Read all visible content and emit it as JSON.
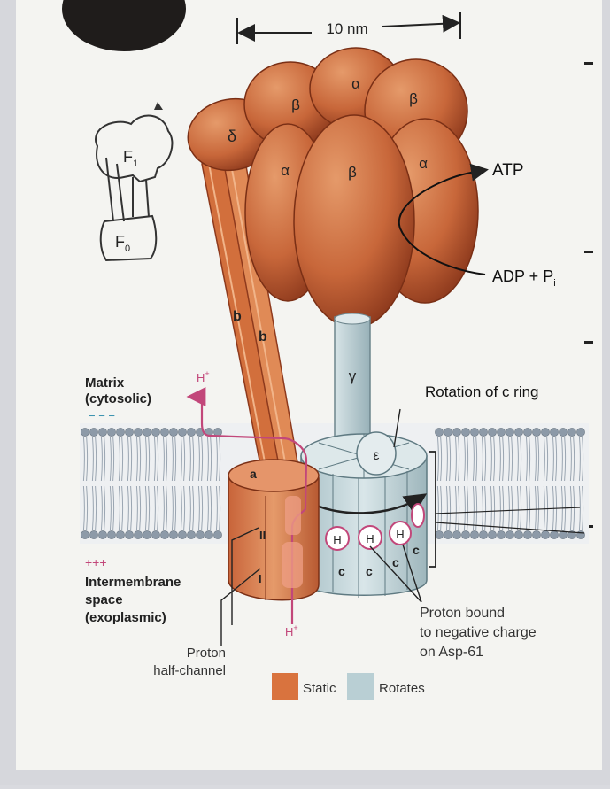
{
  "scale": {
    "label": "10 nm"
  },
  "inset": {
    "f1_label": "F",
    "f1_sub": "1",
    "f0_label": "F",
    "f0_sub": "0"
  },
  "subunits": {
    "alpha": "α",
    "beta": "β",
    "delta": "δ",
    "gamma": "γ",
    "epsilon": "ε",
    "b": "b",
    "a": "a",
    "c": "c"
  },
  "labels": {
    "atp": "ATP",
    "adp_pi": "ADP + P",
    "adp_pi_sub": "i",
    "matrix_line1": "Matrix",
    "matrix_line2": "(cytosolic)",
    "matrix_charge": "− − −",
    "ims_charge": "+++",
    "ims_line1": "Intermembrane",
    "ims_line2": "space",
    "ims_line3": "(exoplasmic)",
    "h_plus": "H",
    "h_plus_sup": "+",
    "rotation": "Rotation of c ring",
    "proton_bound_line1": "Proton bound",
    "proton_bound_line2": "to negative charge",
    "proton_bound_line3": "on Asp-61",
    "half_channel_line1": "Proton",
    "half_channel_line2": "half-channel",
    "roman_one": "I",
    "roman_two": "II"
  },
  "legend": {
    "static": "Static",
    "rotates": "Rotates"
  },
  "colors": {
    "static": "#d9733e",
    "rotates": "#b9cfd4",
    "protein_dark": "#8e3a1d",
    "proton_path": "#c2477a",
    "membrane": "#8d9aa8",
    "background": "#f4f4f1"
  }
}
